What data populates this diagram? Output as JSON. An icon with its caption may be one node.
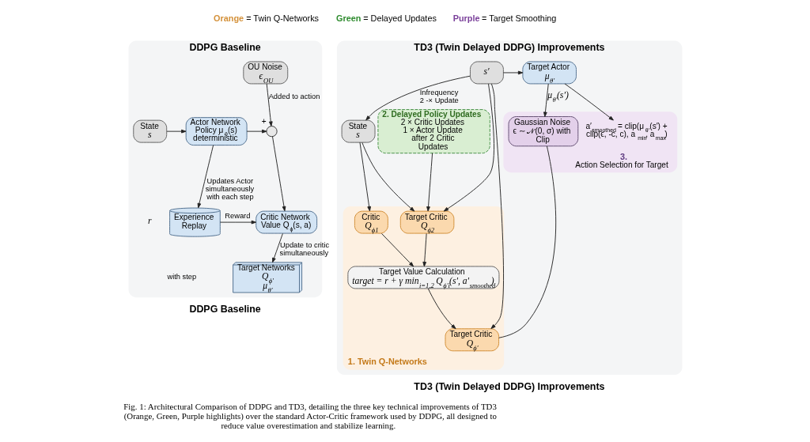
{
  "diagram": {
    "caption": "Fig. 1: Architectural Comparison of DDPG and TD3, detailing the three key technical improvements of TD3 (Orange, Green, Purple highlights) over the standard Actor-Critic framework used by DDPG, all designed to reduce value overestimation and stabilize learning.",
    "nodes": [
      {
        "text": [
          "DDPG Baseline"
        ],
        "beside": [
          "DDPG Baseline"
        ]
      },
      {
        "text": [
          "OU Noise",
          "ϵ$_{OU}$"
        ],
        "in": 0
      },
      {
        "text": [
          "State",
          "s"
        ],
        "in": 0
      },
      {
        "text": [
          "Actor Network",
          "Policy μ$_{θ}$(s)",
          "deterministic"
        ],
        "in": 0
      },
      {
        "text": [],
        "shape": "circle",
        "in": 0,
        "beside": [
          "+"
        ]
      },
      {
        "text": [
          "Critic Network",
          "Value Q$_{ϕ}$(s, a)"
        ],
        "in": 0
      },
      {
        "text": [
          "Experience Replay"
        ],
        "in": 0
      },
      {
        "text": [
          "Target Networks",
          "Q$_{ϕ′}$",
          "μ$_{θ′}$"
        ],
        "in": 0
      },
      {
        "text": [
          "TD3 (Twin Delayed DDPG) Improvements"
        ],
        "beside": [
          "TD3 (Twin Delayed DDPG) Improvements"
        ]
      },
      {
        "text": [
          "State",
          "s"
        ],
        "in": 8
      },
      {
        "text": [
          "1. Twin Q-Networks"
        ],
        "in": 8
      },
      {
        "text": [
          "Critic",
          "Q$_{ϕ1}$"
        ],
        "in": 10
      },
      {
        "text": [
          "Target Value Calculation",
          "target = r + γ min$_{i=1,2}$ Q$_{ϕ′i}$(s′, a′$_{smoothed}$)"
        ],
        "in": 10
      },
      {
        "text": [
          "Target Critic",
          "Q$_{ϕ2}$"
        ],
        "in": 10
      },
      {
        "text": [
          "Target Critic",
          "Q$_{ϕ′}$"
        ],
        "in": 10
      },
      {
        "text": [
          "2. Delayed Policy Updates",
          "2 × Critic Updates",
          "1 × Actor Update after 2 Critic Updates"
        ],
        "in": 8
      },
      {
        "text": [
          "3.",
          "Action Selection for Target"
        ],
        "in": 8
      },
      {
        "text": [
          "s′"
        ],
        "in": 8
      },
      {
        "text": [
          "Target Actor",
          "μ$_{θ′}$"
        ],
        "in": 8
      },
      {
        "text": [
          "Gaussian Noise",
          "ϵ ∼ 𝒩(0, σ) with Clip"
        ],
        "in": 16
      },
      {
        "text": [
          "a′$_{smoothed}$ = clip(μ$_{θ′}$(s′) + clip(ϵ, -c, c), a$_{min}$, a$_{max}$)"
        ],
        "in": 16
      }
    ],
    "edges": [
      {
        "from": 2,
        "to": 3,
        "arrow": "to"
      },
      {
        "from": 3,
        "to": 4,
        "arrow": "to"
      },
      {
        "from": 1,
        "to": 4,
        "arrow": "to",
        "label": "Added to action"
      },
      {
        "from": 4,
        "to": 5,
        "arrow": "to"
      },
      {
        "from": 3,
        "to": 6,
        "arrow": "to",
        "label": "Updates Actor simultaneously with each step"
      },
      {
        "from": 6,
        "to": 5,
        "arrow": "to",
        "label": "Reward"
      },
      {
        "from": 5,
        "to": 7,
        "arrow": "to",
        "label": "Update to critic simultaneously"
      },
      {
        "from": 9,
        "to": 11,
        "arrow": "to"
      },
      {
        "from": 9,
        "to": 13,
        "arrow": "to"
      },
      {
        "from": 11,
        "to": 12,
        "arrow": "to"
      },
      {
        "from": 13,
        "to": 12,
        "arrow": "to"
      },
      {
        "from": 12,
        "to": 14,
        "arrow": "to"
      },
      {
        "from": 17,
        "to": 9,
        "arrow": "to",
        "label": "Infrequency 2 -× Update"
      },
      {
        "from": 17,
        "to": 18,
        "arrow": "to"
      },
      {
        "from": 17,
        "to": 13,
        "arrow": "to"
      },
      {
        "from": 15,
        "to": 13,
        "arrow": "to"
      },
      {
        "from": 17,
        "to": 14,
        "arrow": "to"
      },
      {
        "from": 18,
        "to": 19,
        "arrow": "to",
        "label": "μ$_{θ′}$(s′)"
      },
      {
        "from": 18,
        "to": 20,
        "arrow": "to"
      },
      {
        "from": 19,
        "to": 14,
        "arrow": "none"
      }
    ],
    "labels": [
      "r",
      "with step"
    ],
    "legend": [
      {
        "text": "Orange = Twin Q-Networks",
        "color": "#d4913a"
      },
      {
        "text": "Green = Delayed Updates",
        "color": "#2e8b2e"
      },
      {
        "text": "Purple = Target Smoothing",
        "color": "#7a3f9a"
      }
    ]
  }
}
